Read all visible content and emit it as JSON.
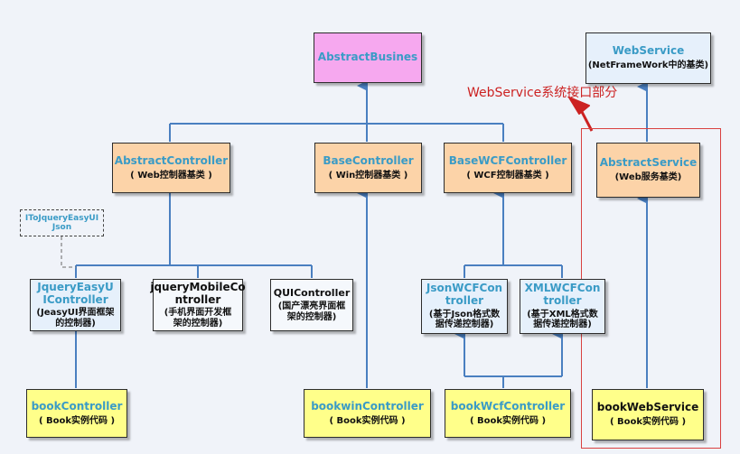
{
  "nodes": {
    "abstract_busines": {
      "title": "AbstractBusines"
    },
    "webservice": {
      "title": "WebService",
      "sub": "(NetFrameWork中的基类)"
    },
    "abstract_controller": {
      "title": "AbstractController",
      "sub": "( Web控制器基类 )"
    },
    "base_controller": {
      "title": "BaseController",
      "sub": "( Win控制器基类 )"
    },
    "base_wcf_controller": {
      "title": "BaseWCFController",
      "sub": "( WCF控制器基类 )"
    },
    "abstract_service": {
      "title": "AbstractService",
      "sub": "(Web服务基类)"
    },
    "itojquery": {
      "title_line1": "IToJqueryEasyUI",
      "title_line2": "Json"
    },
    "jquery_easyui_controller": {
      "title_line1": "JqueryEasyU",
      "title_line2": "IController",
      "sub_line1": "(JeasyUI界面框架",
      "sub_line2": "的控制器)"
    },
    "jquery_mobile_controller": {
      "title_line1": "jqueryMobileCo",
      "title_line2": "ntroller",
      "sub_line1": "(手机界面开发框",
      "sub_line2": "架的控制器)"
    },
    "qui_controller": {
      "title": "QUIController",
      "sub_line1": "(国产漂亮界面框",
      "sub_line2": "架的控制器)"
    },
    "json_wcf_controller": {
      "title_line1": "JsonWCFCon",
      "title_line2": "troller",
      "sub_line1": "(基于Json格式数",
      "sub_line2": "据传递控制器)"
    },
    "xml_wcf_controller": {
      "title_line1": "XMLWCFCon",
      "title_line2": "troller",
      "sub_line1": "(基于XML格式数",
      "sub_line2": "据传递控制器)"
    },
    "book_controller": {
      "title": "bookController",
      "sub": "( Book实例代码 )"
    },
    "bookwin_controller": {
      "title": "bookwinController",
      "sub": "( Book实例代码 )"
    },
    "book_wcf_controller": {
      "title": "bookWcfController",
      "sub": "( Book实例代码 )"
    },
    "book_webservice": {
      "title": "bookWebService",
      "sub": "( Book实例代码 )"
    }
  },
  "annotation": {
    "text": "WebService系统接口部分"
  },
  "colors": {
    "edge": "#4a7fc0",
    "annotation": "#cc2222",
    "title": "#3a9bc6",
    "pink": "#f6a8ef",
    "peach": "#fcd3a8",
    "yellow": "#ffff8a"
  }
}
